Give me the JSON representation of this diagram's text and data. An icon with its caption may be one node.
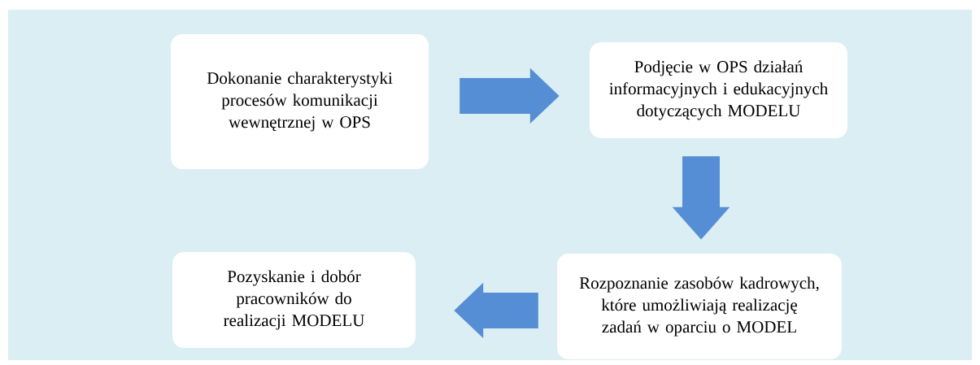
{
  "diagram": {
    "nodes": [
      {
        "text": [
          "Dokonanie charakterystyki procesów komunikacji wewnętrznej w OPS"
        ]
      },
      {
        "text": [
          "Podjęcie w OPS działań informacyjnych i edukacyjnych dotyczących MODELU"
        ]
      },
      {
        "text": [
          "Rozpoznanie zasobów kadrowych, które umożliwiają realizację zadań w oparciu o MODEL"
        ]
      },
      {
        "text": [
          "Pozyskanie i dobór pracowników do realizacji MODELU"
        ]
      }
    ],
    "edges": [
      {
        "from": 0,
        "to": 1,
        "arrow": "to"
      },
      {
        "from": 1,
        "to": 2,
        "arrow": "to"
      },
      {
        "from": 2,
        "to": 3,
        "arrow": "to"
      }
    ]
  }
}
